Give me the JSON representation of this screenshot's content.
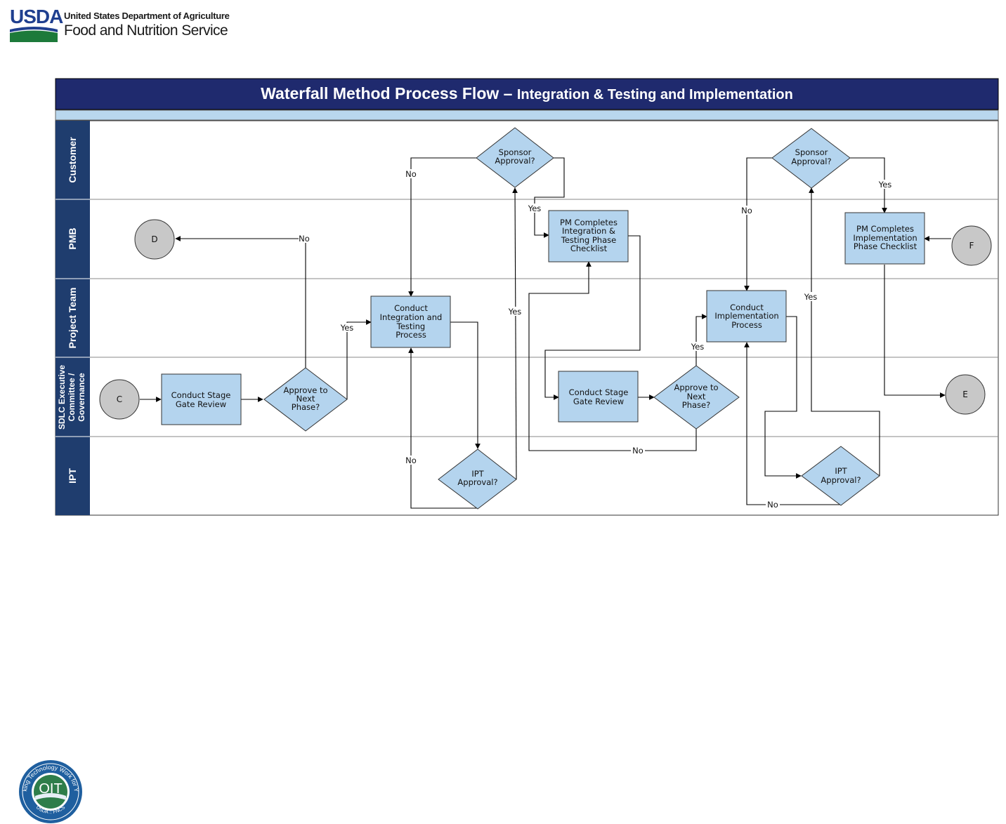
{
  "agency": {
    "logo_text": "USDA",
    "line1": "United States Department of Agriculture",
    "line2": "Food and Nutrition Service"
  },
  "diagram": {
    "title_main": "Waterfall Method Process Flow",
    "title_dash": " – ",
    "title_sub": "Integration & Testing and Implementation",
    "lanes": {
      "customer": "Customer",
      "pmb": "PMB",
      "project_team": "Project Team",
      "sdlc_line1": "SDLC Executive",
      "sdlc_line2": "Committee /",
      "sdlc_line3": "Governance",
      "ipt": "IPT"
    },
    "terminals": {
      "c": "C",
      "d": "D",
      "e": "E",
      "f": "F"
    },
    "nodes": {
      "gate_review_1": [
        "Conduct Stage",
        "Gate Review"
      ],
      "approve_next_1": [
        "Approve to",
        "Next",
        "Phase?"
      ],
      "integration_process": [
        "Conduct",
        "Integration and",
        "Testing",
        "Process"
      ],
      "ipt_approval_1": [
        "IPT",
        "Approval?"
      ],
      "sponsor_approval_1": [
        "Sponsor",
        "Approval?"
      ],
      "pm_it_checklist": [
        "PM Completes",
        "Integration &",
        "Testing Phase",
        "Checklist"
      ],
      "gate_review_2": [
        "Conduct Stage",
        "Gate Review"
      ],
      "approve_next_2": [
        "Approve to",
        "Next",
        "Phase?"
      ],
      "implementation_process": [
        "Conduct",
        "Implementation",
        "Process"
      ],
      "ipt_approval_2": [
        "IPT",
        "Approval?"
      ],
      "sponsor_approval_2": [
        "Sponsor",
        "Approval?"
      ],
      "pm_impl_checklist": [
        "PM Completes",
        "Implementation",
        "Phase Checklist"
      ]
    },
    "edge_labels": {
      "yes": "Yes",
      "no": "No"
    },
    "colors": {
      "navy": "#1f2a6e",
      "lane_header": "#1f3d6e",
      "box_fill": "#b4d4ee",
      "terminal_fill": "#c8c8c8",
      "band": "#b9d7ee"
    }
  },
  "footer": {
    "badge_center": "OIT",
    "badge_ring_top": "Making Technology Work for You!",
    "badge_bottom": "USDA :: FNCS"
  }
}
